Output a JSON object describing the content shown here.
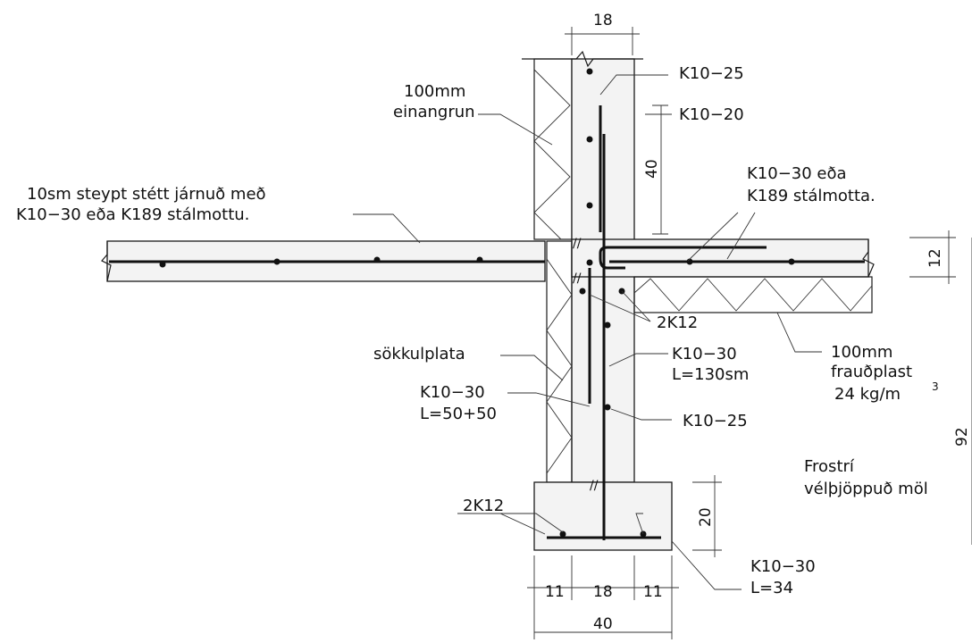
{
  "labels": {
    "insulation_wall": [
      "100mm",
      "einangrun"
    ],
    "slab_outside": [
      "10sm steypt stétt járnuð með",
      "K10−30 eða K189 stálmottu."
    ],
    "slab_inside": [
      "K10−30 eða",
      "K189 stálmotta."
    ],
    "bar_top": "K10−25",
    "bar_upper": "K10−20",
    "bars_2k12_mid": "2K12",
    "sokkulplata": "sökkulplata",
    "bar_long": [
      "K10−30",
      "L=130sm"
    ],
    "bar_short": [
      "K10−30",
      "L=50+50"
    ],
    "bar_mid": "K10−25",
    "foam": [
      "100mm",
      "frauðplast",
      "24  kg/m",
      "3"
    ],
    "gravel": [
      "Frostrí",
      "vélþjöppuð möl"
    ],
    "bars_2k12_footing": "2K12",
    "bar_footing": [
      "K10−30",
      "L=34"
    ]
  },
  "dimensions": {
    "wall_thickness": "18",
    "upper_bar": "40",
    "slab_thickness": "12",
    "total_height": "92",
    "footing_height": "20",
    "footing_left": "11",
    "footing_mid": "18",
    "footing_right": "11",
    "footing_width": "40"
  },
  "break_mark": "//"
}
